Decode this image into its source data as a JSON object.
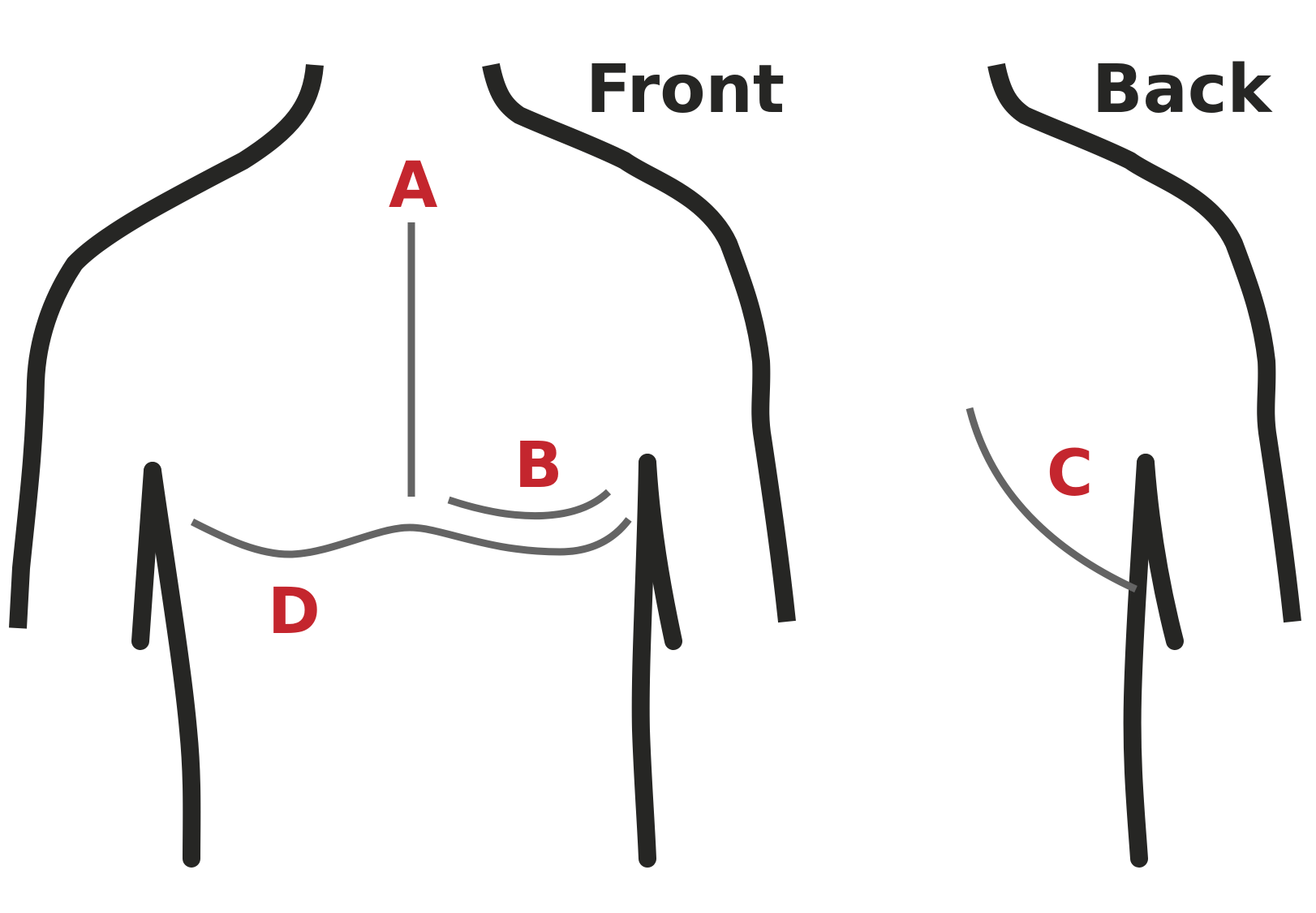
{
  "views": {
    "front": {
      "title": "Front"
    },
    "back": {
      "title": "Back"
    }
  },
  "markers": {
    "a": "A",
    "b": "B",
    "c": "C",
    "d": "D"
  },
  "colors": {
    "outline": "#262624",
    "incision": "#646464",
    "marker": "#c4262e",
    "title": "#262624",
    "background": "#ffffff"
  }
}
